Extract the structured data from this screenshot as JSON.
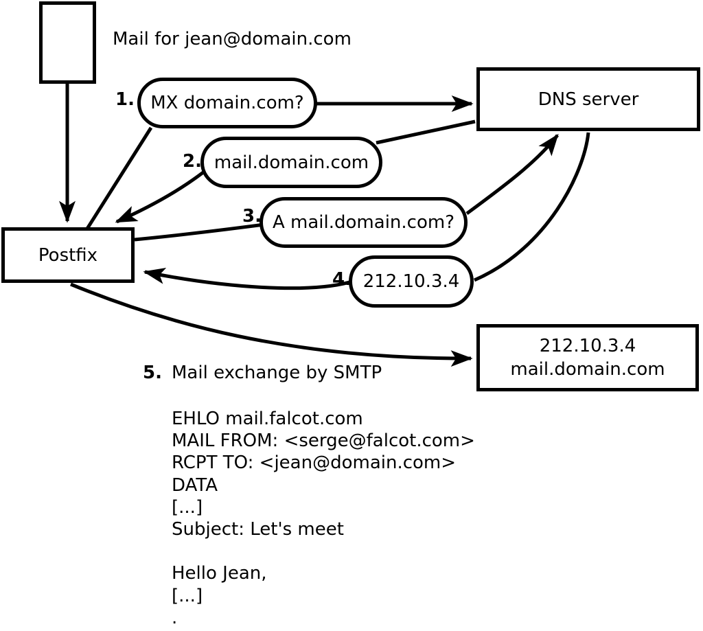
{
  "diagram": {
    "title": "Mail for jean@domain.com",
    "nodes": {
      "postfix": "Postfix",
      "dns_server": "DNS server",
      "mail_server_line1": "212.10.3.4",
      "mail_server_line2": "mail.domain.com"
    },
    "steps": [
      {
        "number": "1.",
        "label": "MX domain.com?"
      },
      {
        "number": "2.",
        "label": "mail.domain.com"
      },
      {
        "number": "3.",
        "label": "A mail.domain.com?"
      },
      {
        "number": "4.",
        "label": "212.10.3.4"
      },
      {
        "number": "5.",
        "label": "Mail exchange by SMTP"
      }
    ],
    "smtp_session": "EHLO mail.falcot.com\nMAIL FROM: <serge@falcot.com>\nRCPT TO: <jean@domain.com>\nDATA\n[...]\nSubject: Let's meet\n\nHello Jean,\n[...]\n."
  },
  "colors": {
    "stroke": "#000000",
    "background": "#ffffff"
  }
}
